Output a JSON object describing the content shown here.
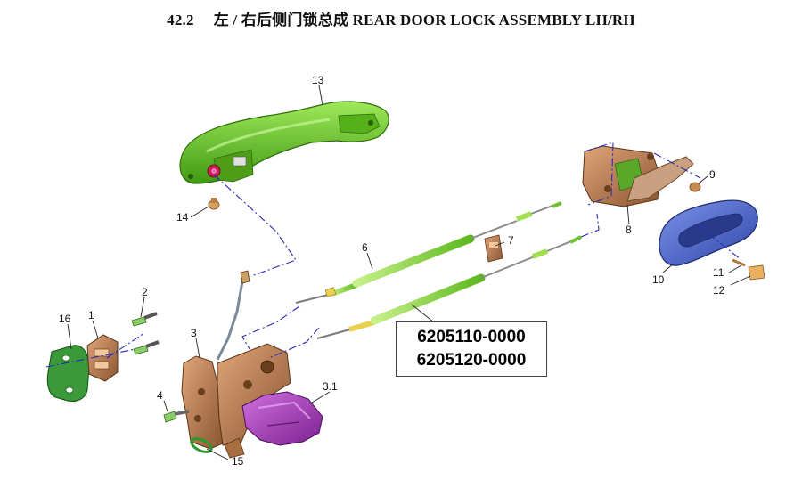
{
  "header": {
    "section_number": "42.2",
    "title_cn": "左 / 右后侧门锁总成",
    "title_en": "REAR DOOR LOCK ASSEMBLY LH/RH"
  },
  "callouts": [
    "1",
    "2",
    "3",
    "3.1",
    "4",
    "6",
    "7",
    "8",
    "9",
    "10",
    "11",
    "12",
    "13",
    "14",
    "15",
    "16"
  ],
  "part_numbers": [
    "6205110-0000",
    "6205120-0000"
  ],
  "colors": {
    "handle_green": "#6fcf1f",
    "cable_green": "#8fe04a",
    "lock_bronze": "#c8875a",
    "motor_purple": "#a33fb8",
    "inner_handle_blue": "#4b63c9",
    "dash_line_blue": "#2a2ab8"
  }
}
